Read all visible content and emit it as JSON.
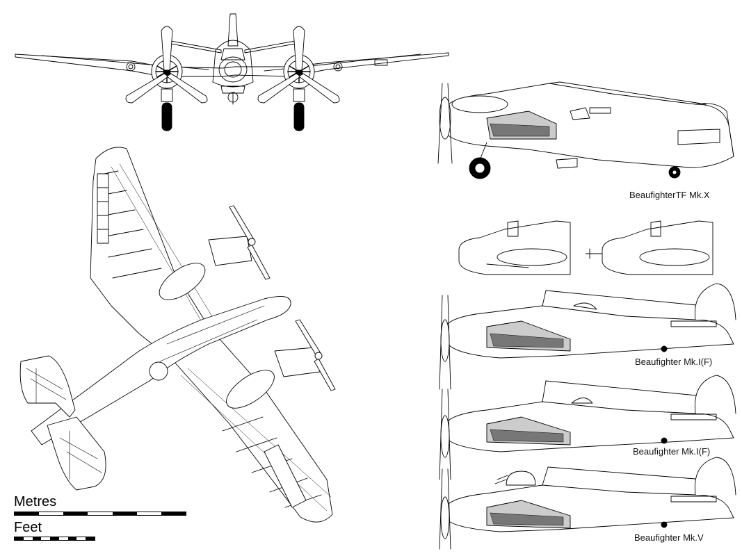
{
  "labels": {
    "tfx": "BeaufighterTF Mk.X",
    "mk1f_a": "Beaufighter Mk.I(F)",
    "mk1f_b": "Beaufighter Mk.I(F)",
    "mk5": "Beaufighter Mk.V"
  },
  "scale": {
    "metres": "Metres",
    "feet": "Feet"
  },
  "colors": {
    "line": "#000000",
    "fill_light": "#dcdcdc",
    "fill_dark": "#777777"
  }
}
